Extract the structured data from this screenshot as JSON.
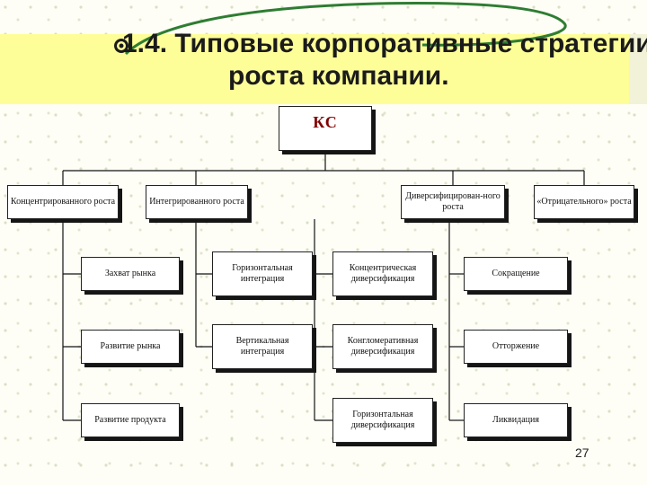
{
  "title": {
    "line1": "1.4. Типовые  корпоративные стратегии",
    "line2": "роста компании."
  },
  "root": "КС",
  "categories": [
    "Концентрированного роста",
    "Интегрированного роста",
    "Диверсифицирован-ного роста",
    "«Отрицательного» роста"
  ],
  "concentrated": [
    "Захват рынка",
    "Развитие рынка",
    "Развитие продукта"
  ],
  "integrated": [
    "Горизонтальная интеграция",
    "Вертикальная интеграция"
  ],
  "diversified": [
    "Концентрическая диверсификация",
    "Конгломеративная диверсификация",
    "Горизонтальная диверсификация"
  ],
  "negative": [
    "Сокращение",
    "Отторжение",
    "Ликвидация"
  ],
  "page_number": "27",
  "colors": {
    "band": "#fefe98",
    "root_text": "#800000",
    "swoosh": "#2e7d32"
  }
}
